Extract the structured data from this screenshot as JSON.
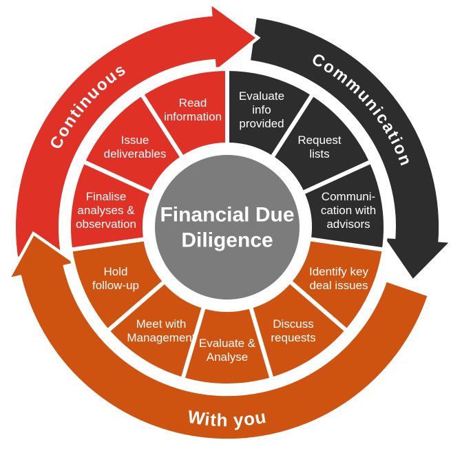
{
  "diagram": {
    "center": {
      "lines": [
        "Financial Due",
        "Diligence"
      ],
      "bg_color": "#7C7C7C",
      "text_color": "#ffffff"
    },
    "outer_arcs": [
      {
        "key": "continuous",
        "label": "Continuous",
        "color": "#E03127"
      },
      {
        "key": "communication",
        "label": "Communication",
        "color": "#2D2D2D"
      },
      {
        "key": "with_you",
        "label": "With you",
        "color": "#CF5310"
      }
    ],
    "steps": [
      {
        "key": "evaluate-info-provided",
        "lines": [
          "Evaluate",
          "info",
          "provided"
        ],
        "color": "#2D2D2D"
      },
      {
        "key": "request-lists",
        "lines": [
          "Request",
          "lists"
        ],
        "color": "#2D2D2D"
      },
      {
        "key": "communication-with-advisors",
        "lines": [
          "Communi-",
          "cation with",
          "advisors"
        ],
        "color": "#2D2D2D"
      },
      {
        "key": "identify-key-deal-issues",
        "lines": [
          "Identify key",
          "deal issues"
        ],
        "color": "#CF5310"
      },
      {
        "key": "discuss-requests",
        "lines": [
          "Discuss",
          "requests"
        ],
        "color": "#CF5310"
      },
      {
        "key": "evaluate-analyse",
        "lines": [
          "Evaluate &",
          "Analyse"
        ],
        "color": "#CF5310"
      },
      {
        "key": "meet-with-management",
        "lines": [
          "Meet with",
          "Management"
        ],
        "color": "#CF5310"
      },
      {
        "key": "hold-follow-up",
        "lines": [
          "Hold",
          "follow-up"
        ],
        "color": "#CF5310"
      },
      {
        "key": "finalise-analyses-observation",
        "lines": [
          "Finalise",
          "analyses &",
          "observation"
        ],
        "color": "#E03127"
      },
      {
        "key": "issue-deliverables",
        "lines": [
          "Issue",
          "deliverables"
        ],
        "color": "#E03127"
      },
      {
        "key": "read-information",
        "lines": [
          "Read",
          "information"
        ],
        "color": "#E03127"
      }
    ]
  }
}
